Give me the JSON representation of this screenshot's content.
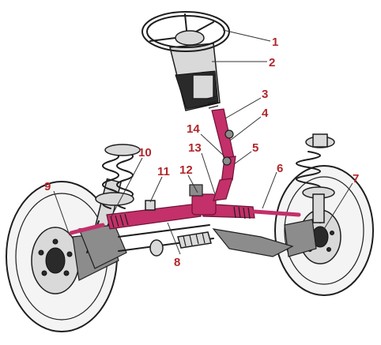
{
  "callouts": [
    {
      "label": "1"
    },
    {
      "label": "2"
    },
    {
      "label": "3"
    },
    {
      "label": "4"
    },
    {
      "label": "5"
    },
    {
      "label": "6"
    },
    {
      "label": "7"
    },
    {
      "label": "8"
    },
    {
      "label": "9"
    },
    {
      "label": "10"
    },
    {
      "label": "11"
    },
    {
      "label": "12"
    },
    {
      "label": "13"
    },
    {
      "label": "14"
    }
  ],
  "colors": {
    "callout": "#b0272b",
    "highlight": "#c3306a",
    "ink": "#1e1e1e"
  }
}
